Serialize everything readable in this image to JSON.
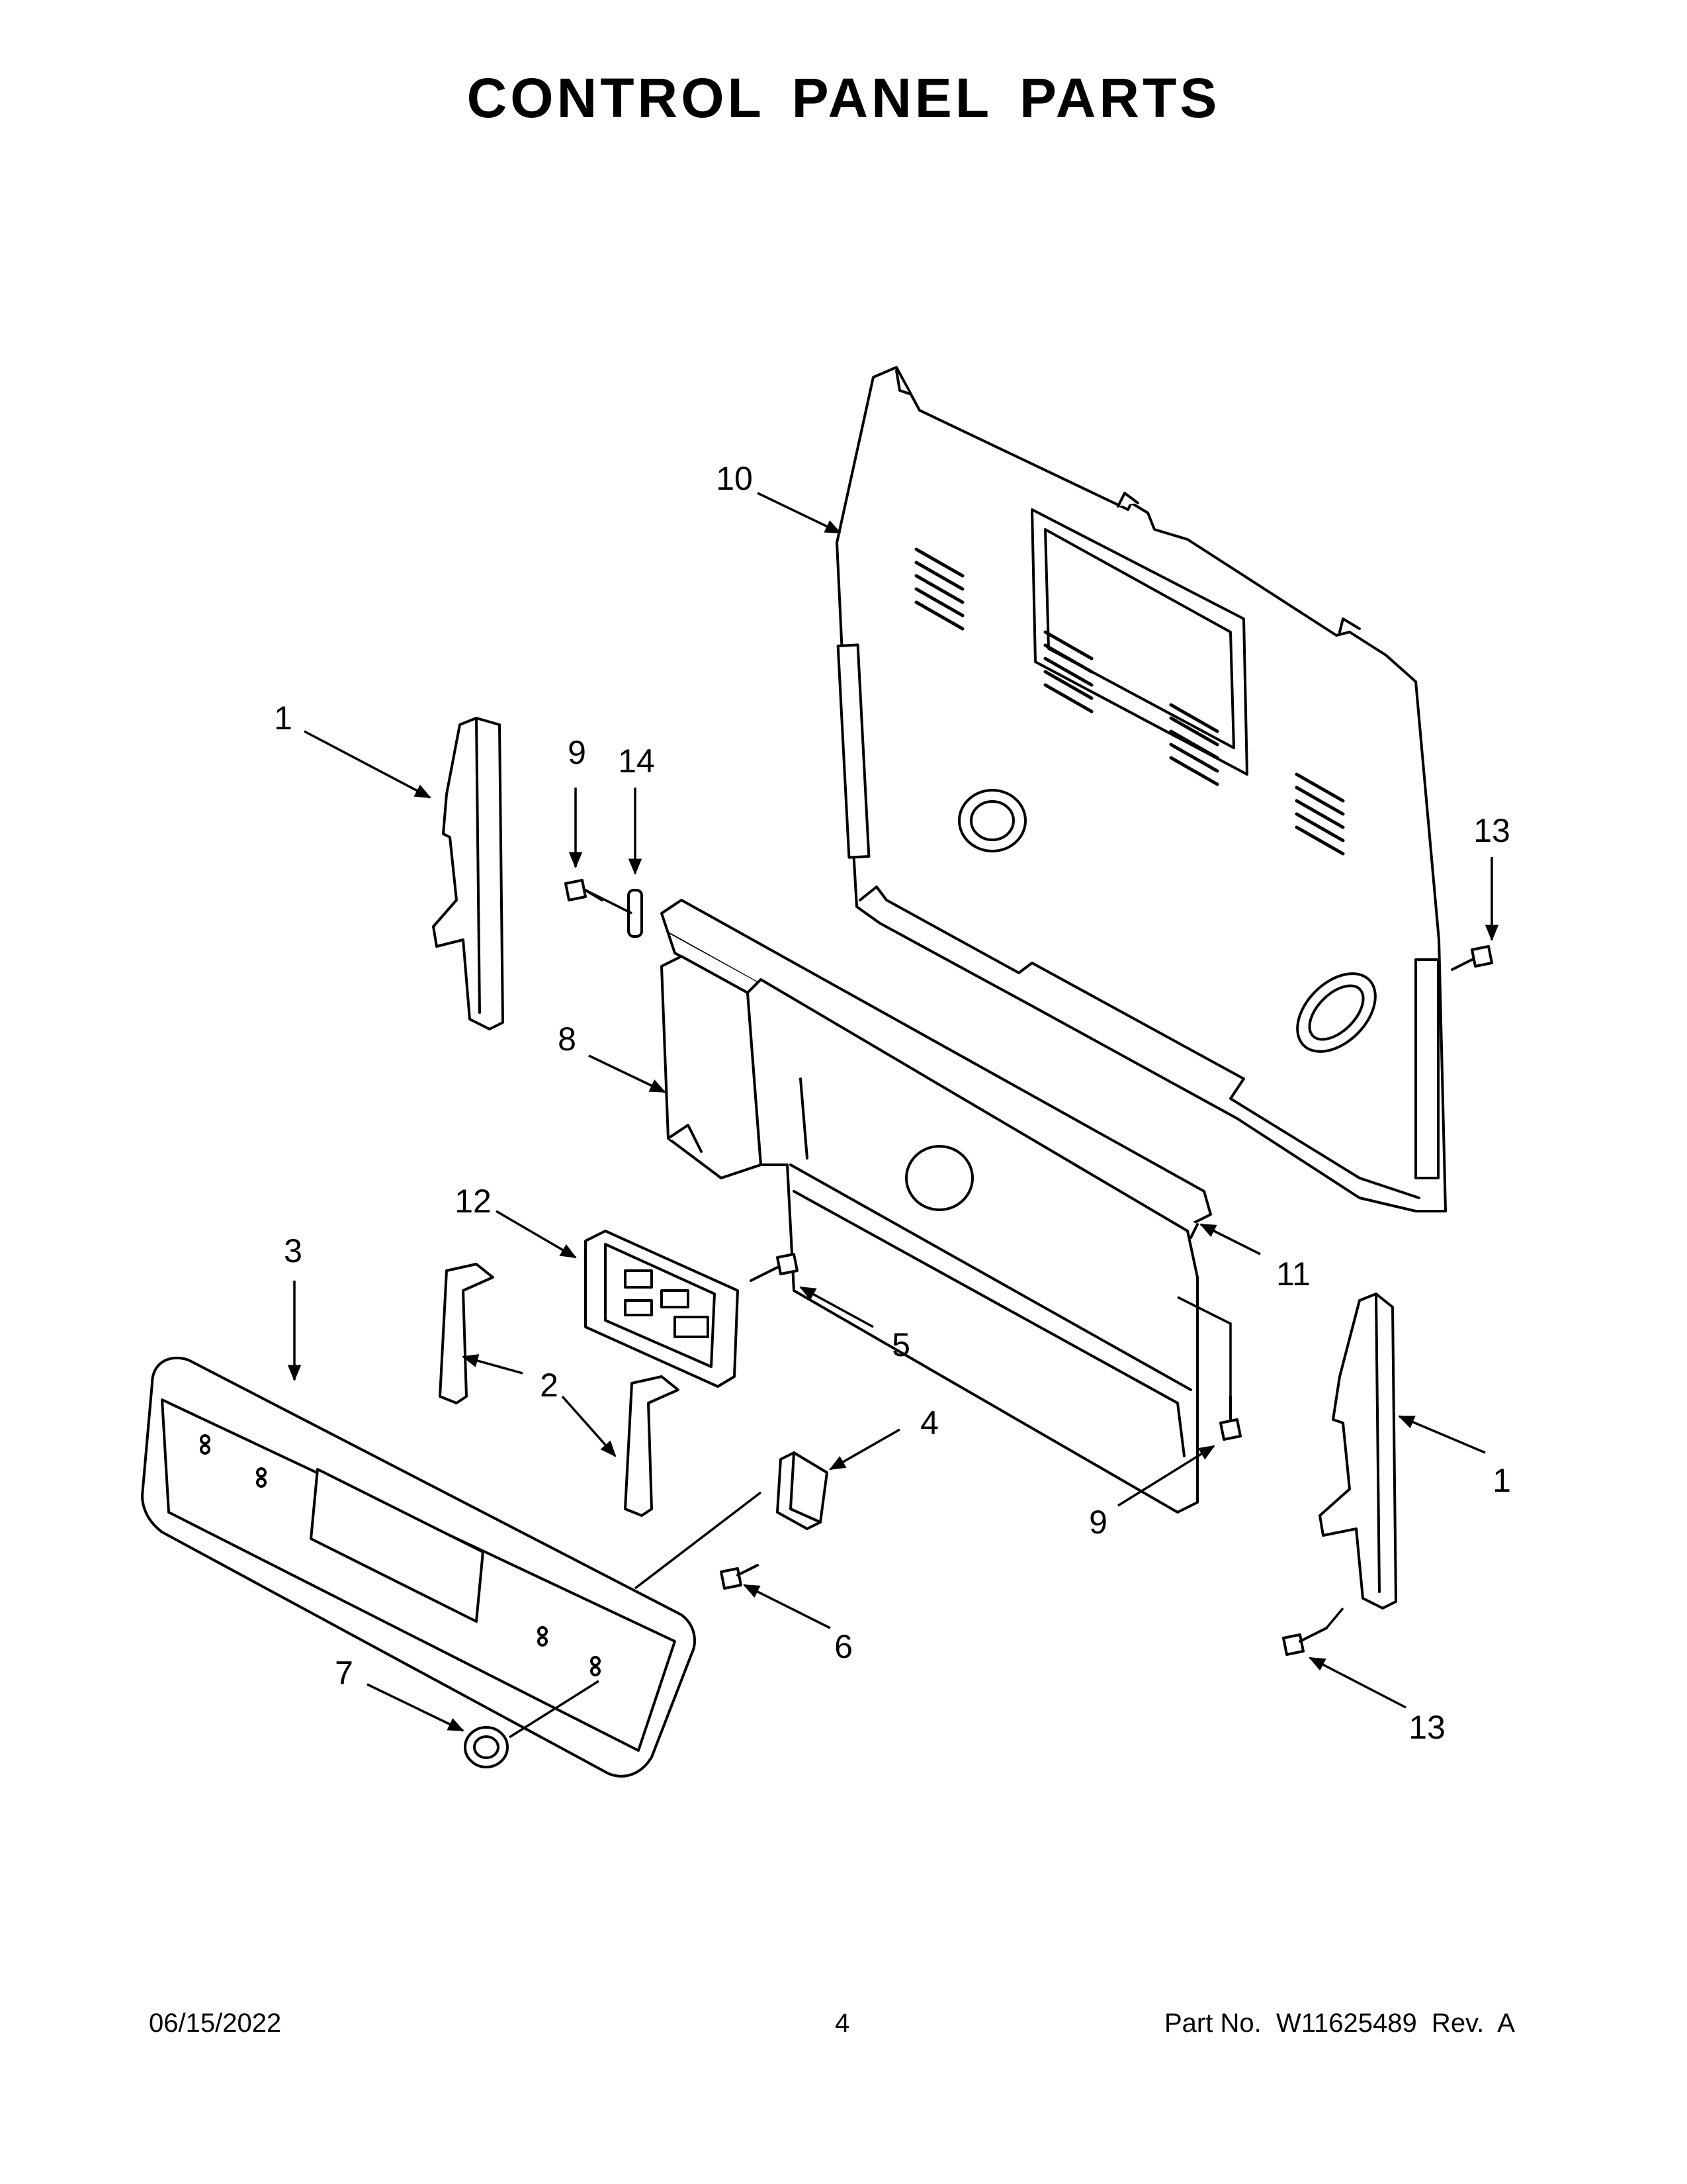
{
  "title": "CONTROL PANEL PARTS",
  "callouts": {
    "c1_left": "1",
    "c2": "2",
    "c3": "3",
    "c4": "4",
    "c5": "5",
    "c6": "6",
    "c7": "7",
    "c8": "8",
    "c9_top": "9",
    "c9_bottom": "9",
    "c10": "10",
    "c11": "11",
    "c12": "12",
    "c13_top": "13",
    "c13_bottom": "13",
    "c14": "14",
    "c1_right": "1"
  },
  "footer": {
    "date": "06/15/2022",
    "page_number": "4",
    "part_number": "Part No.  W11625489  Rev.  A"
  }
}
